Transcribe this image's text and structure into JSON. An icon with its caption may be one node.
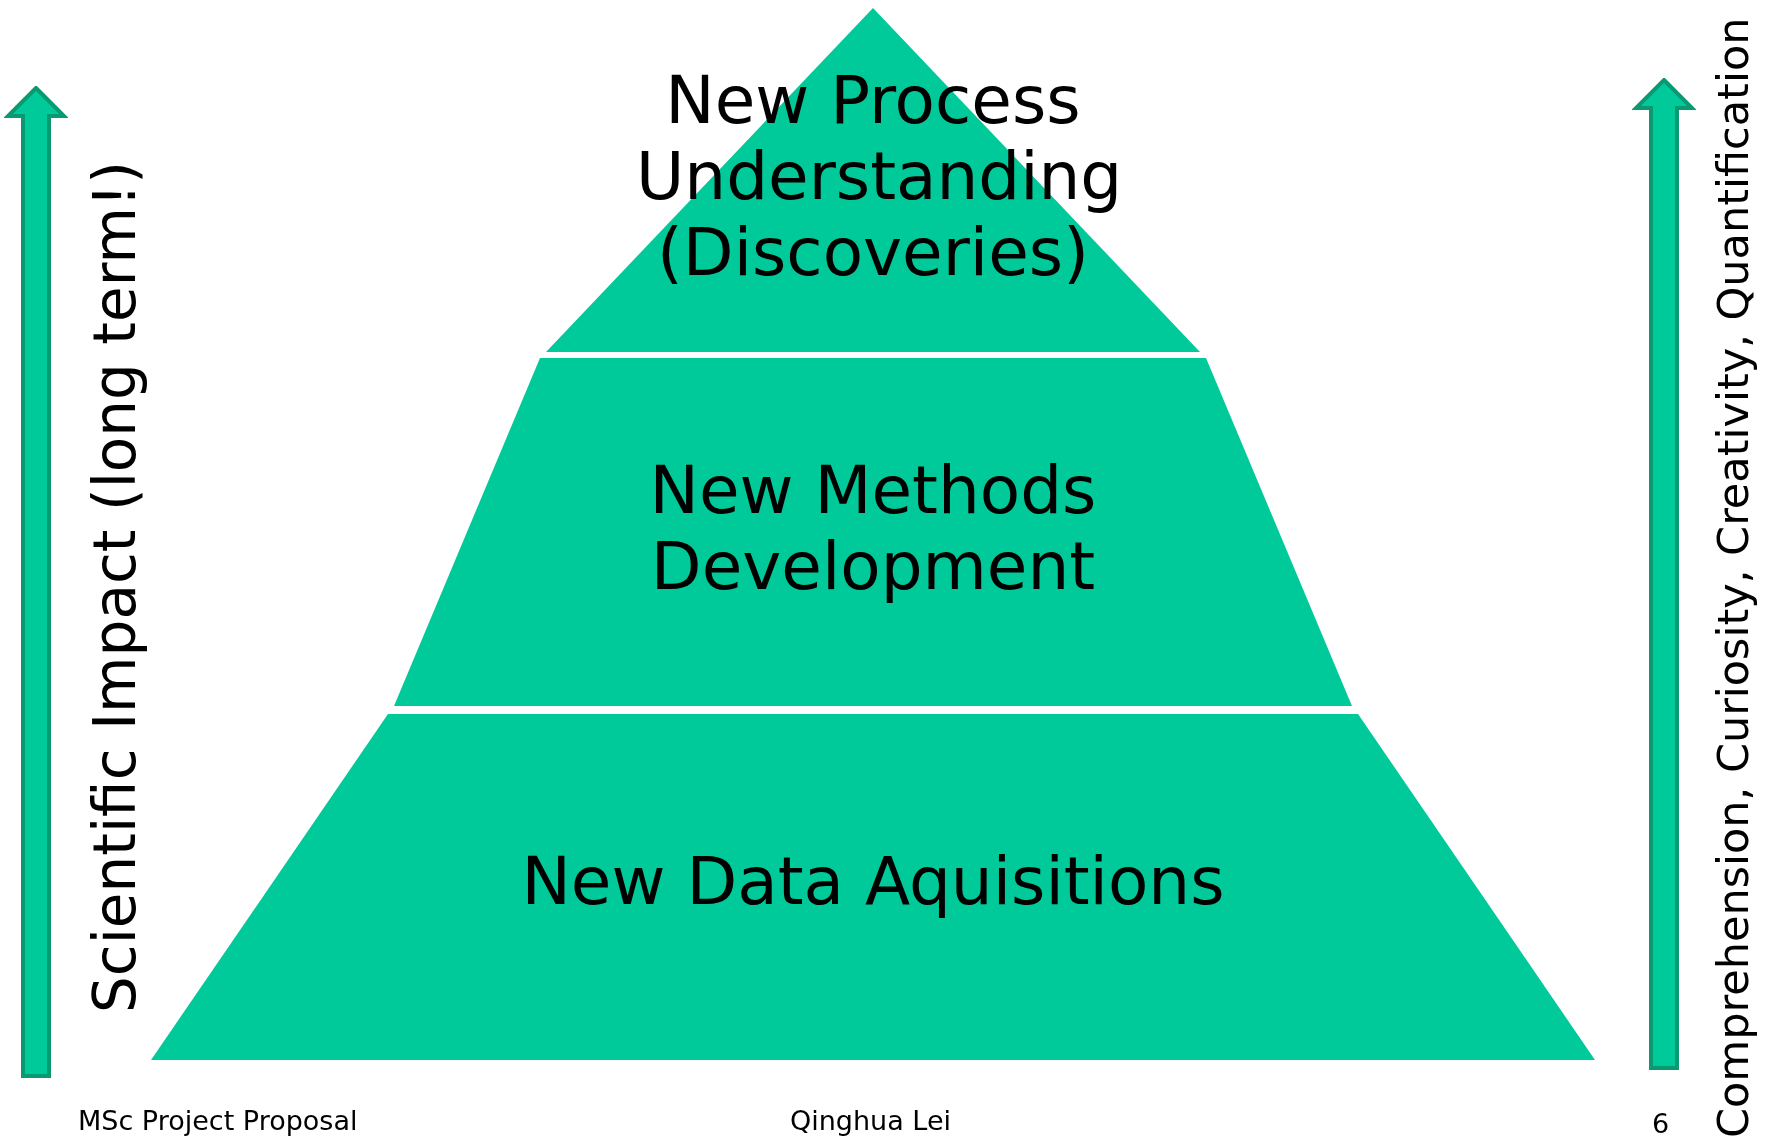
{
  "diagram": {
    "nodes": [
      {
        "text": [
          "New Process Understanding (Discoveries)"
        ]
      },
      {
        "text": [
          "New Methods Development"
        ]
      },
      {
        "text": [
          "New Data Aquisitions"
        ]
      }
    ],
    "edges": [],
    "labels": [
      "Scientific Impact (long term!)",
      "Comprehension, Curiosity, Creativity, Quantification",
      "MSc Project Proposal",
      "Qinghua Lei",
      "6"
    ]
  }
}
